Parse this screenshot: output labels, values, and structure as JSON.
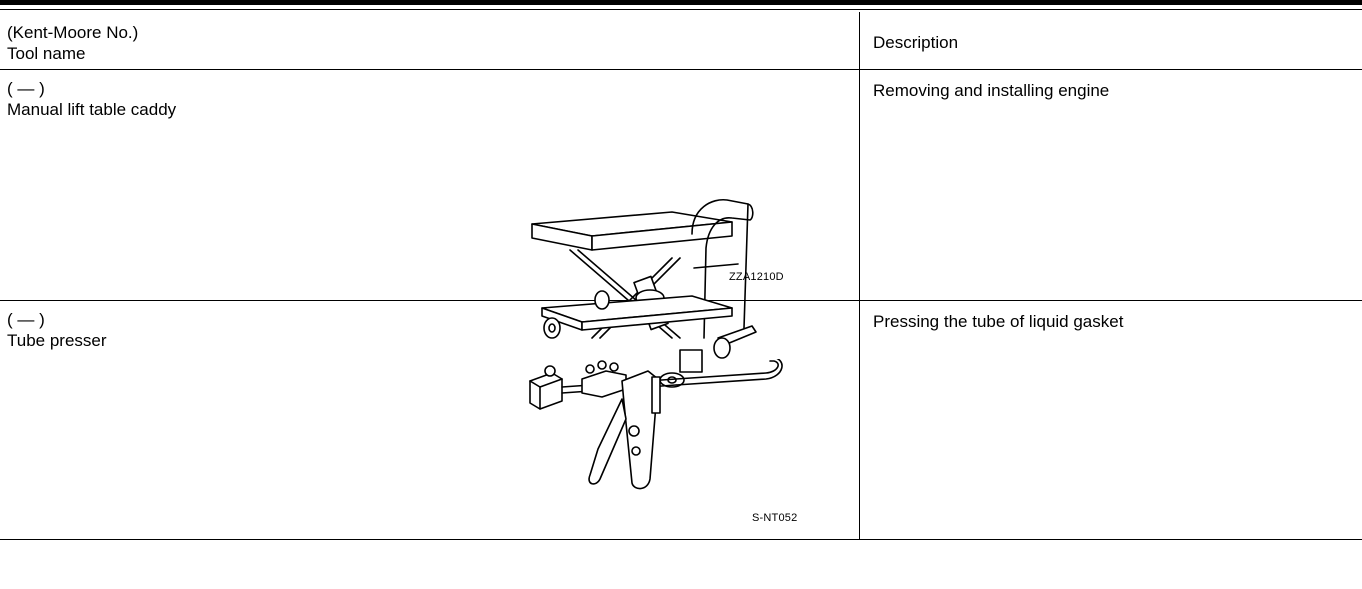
{
  "header": {
    "tool_col_line1": "(Kent-Moore No.)",
    "tool_col_line2": "Tool name",
    "desc_col": "Description"
  },
  "rows": [
    {
      "kent_moore": "( — )",
      "tool_name": "Manual lift table caddy",
      "figure_code": "ZZA1210D",
      "illustration": "lift-table-icon",
      "description": "Removing and installing engine"
    },
    {
      "kent_moore": "( — )",
      "tool_name": "Tube presser",
      "figure_code": "S-NT052",
      "illustration": "tube-presser-icon",
      "description": "Pressing the tube of liquid gasket"
    }
  ]
}
